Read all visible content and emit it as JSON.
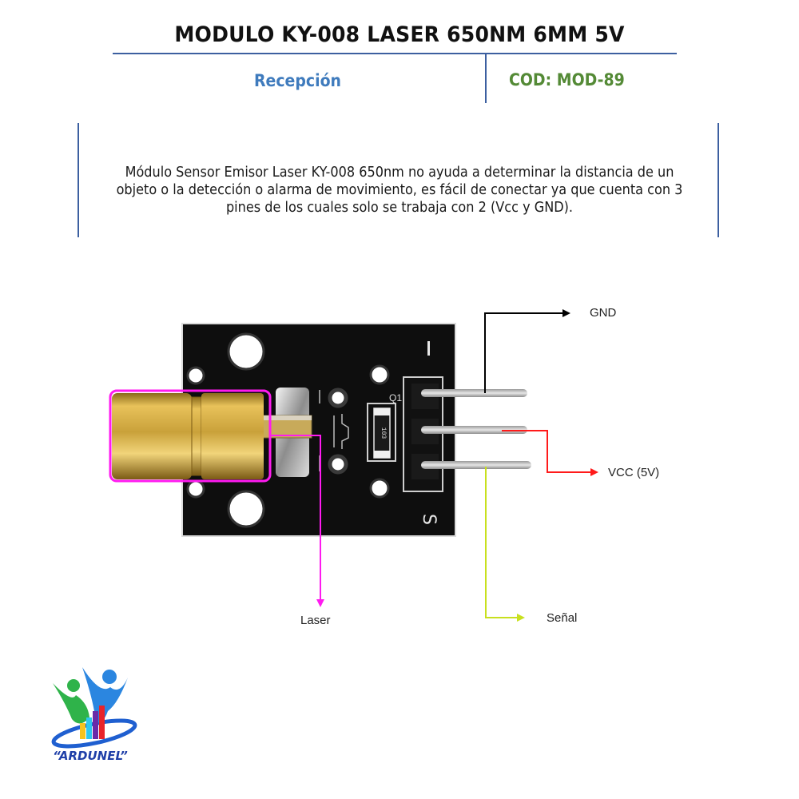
{
  "header": {
    "title": "MODULO KY-008 LASER 650NM 6MM 5V",
    "section_label": "Recepción",
    "code": "COD: MOD-89"
  },
  "description": "Módulo Sensor Emisor Laser KY-008 650nm no ayuda a determinar la distancia de un objeto o la detección o alarma de movimiento, es fácil de conectar ya que cuenta con 3 pines de los cuales solo se trabaja con 2 (Vcc y GND).",
  "diagram": {
    "board": {
      "pin_marks": {
        "minus": "–",
        "signal": "S"
      },
      "silkscreen_q": "Q1",
      "resistor_code": "103"
    },
    "callouts": [
      {
        "label": "GND",
        "color": "#000000"
      },
      {
        "label": "VCC (5V)",
        "color": "#ff1a1a"
      },
      {
        "label": "Señal",
        "color": "#c8e01e"
      },
      {
        "label": "Laser",
        "color": "#ff22ee"
      }
    ]
  },
  "logo": {
    "text": "“ARDUNEL”",
    "icon": "people-bar-chart-logo-icon"
  }
}
